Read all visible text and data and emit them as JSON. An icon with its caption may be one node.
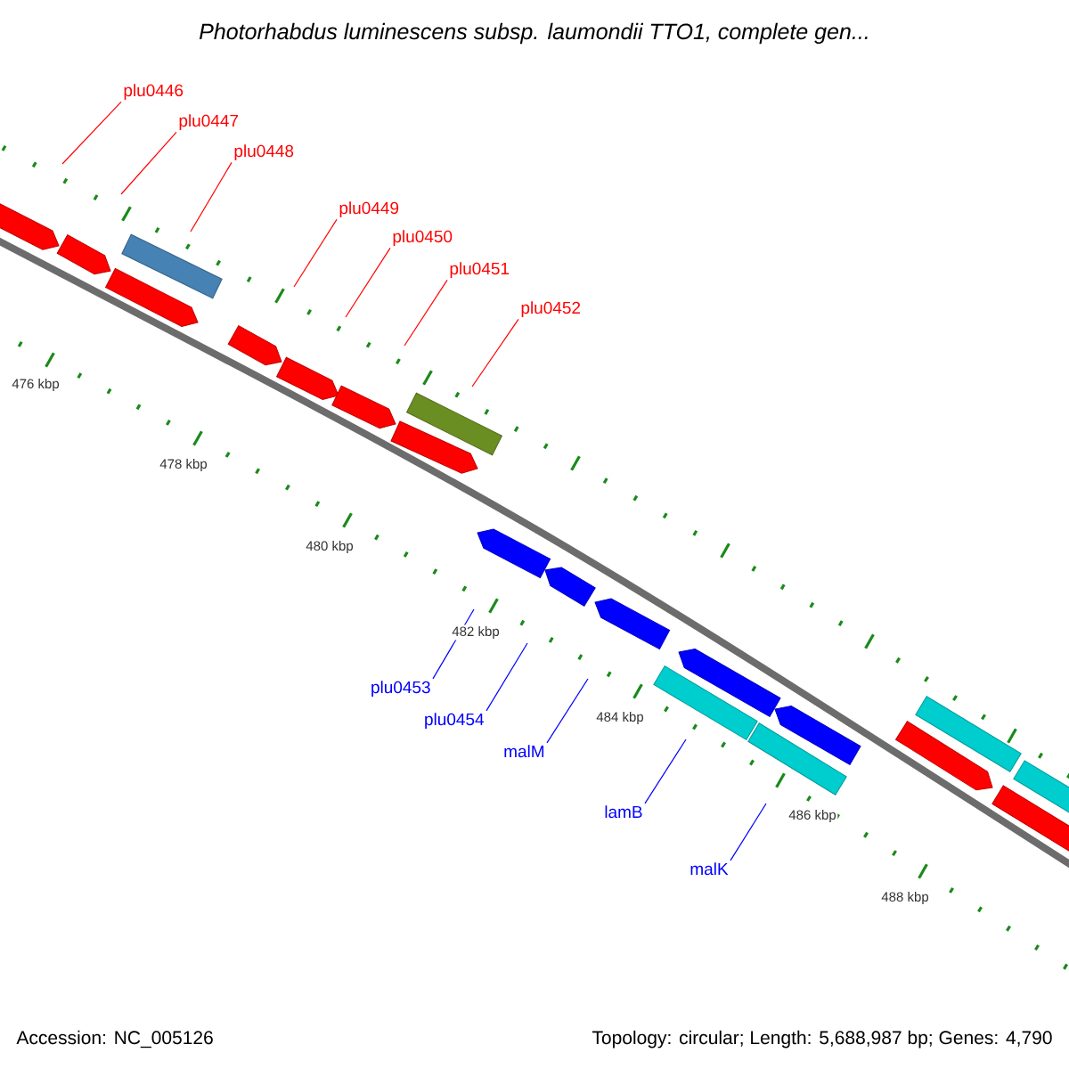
{
  "diagram": {
    "title": "Photorhabdus luminescens subsp. laumondii TTO1, complete gen...",
    "nodes": [
      {
        "text": [
          "plu0446"
        ]
      },
      {
        "text": [
          "plu0447"
        ]
      },
      {
        "text": [
          "plu0448"
        ]
      },
      {
        "text": [
          "plu0449"
        ]
      },
      {
        "text": [
          "plu0450"
        ]
      },
      {
        "text": [
          "plu0451"
        ]
      },
      {
        "text": [
          "plu0452"
        ]
      },
      {
        "text": [
          "plu0453"
        ]
      },
      {
        "text": [
          "plu0454"
        ]
      },
      {
        "text": [
          "malM"
        ]
      },
      {
        "text": [
          "lamB"
        ]
      },
      {
        "text": [
          "malK"
        ]
      }
    ],
    "edges": [
      {
        "from": 0,
        "to": null,
        "arrow": "none"
      },
      {
        "from": 1,
        "to": null,
        "arrow": "none"
      },
      {
        "from": 2,
        "to": null,
        "arrow": "none"
      },
      {
        "from": 3,
        "to": null,
        "arrow": "none"
      },
      {
        "from": 4,
        "to": null,
        "arrow": "none"
      },
      {
        "from": 5,
        "to": null,
        "arrow": "none"
      },
      {
        "from": 6,
        "to": null,
        "arrow": "none"
      },
      {
        "from": 7,
        "to": null,
        "arrow": "none",
        "color": "#0000ff"
      },
      {
        "from": 8,
        "to": null,
        "arrow": "none",
        "color": "#0000ff"
      },
      {
        "from": 9,
        "to": null,
        "arrow": "none",
        "color": "#0000ff"
      },
      {
        "from": 10,
        "to": null,
        "arrow": "none",
        "color": "#0000ff"
      },
      {
        "from": 11,
        "to": null,
        "arrow": "none",
        "color": "#0000ff"
      }
    ],
    "labels": [
      "476 kbp",
      "478 kbp",
      "480 kbp",
      "482 kbp",
      "484 kbp",
      "486 kbp",
      "488 kbp",
      "Accession: NC_005126",
      "Topology: circular; Length: 5,688,987 bp; Genes: 4,790"
    ]
  }
}
